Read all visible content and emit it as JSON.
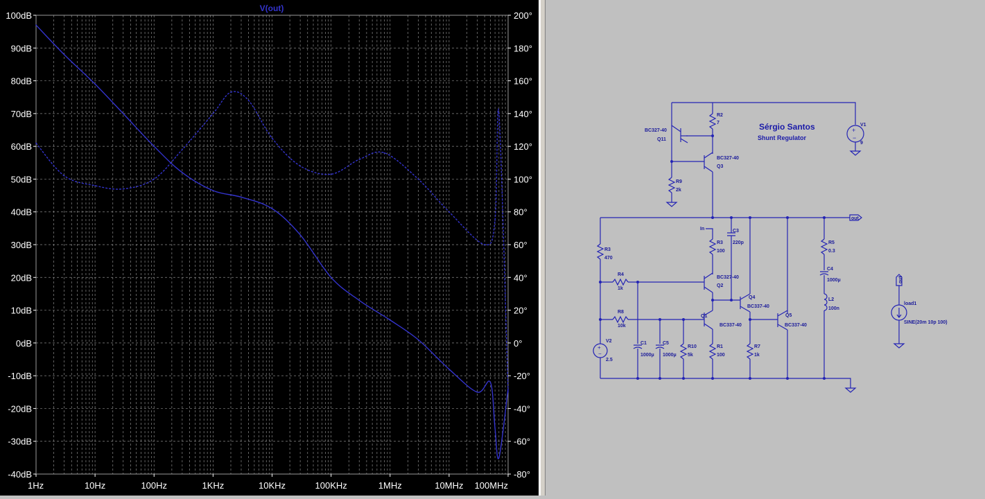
{
  "plot": {
    "trace_name": "V(out)",
    "trace_color": "#3333cc",
    "left_axis_ticks": [
      "100dB",
      "90dB",
      "80dB",
      "70dB",
      "60dB",
      "50dB",
      "40dB",
      "30dB",
      "20dB",
      "10dB",
      "0dB",
      "-10dB",
      "-20dB",
      "-30dB",
      "-40dB"
    ],
    "right_axis_ticks": [
      "200°",
      "180°",
      "160°",
      "140°",
      "120°",
      "100°",
      "80°",
      "60°",
      "40°",
      "20°",
      "0°",
      "-20°",
      "-40°",
      "-60°",
      "-80°"
    ],
    "x_axis_ticks": [
      "1Hz",
      "10Hz",
      "100Hz",
      "1KHz",
      "10KHz",
      "100KHz",
      "1MHz",
      "10MHz",
      "100MHz"
    ]
  },
  "chart_data": {
    "type": "line",
    "title": "V(out)",
    "x_scale": "log",
    "xlim": [
      "1Hz",
      "100MHz"
    ],
    "ylim_left": [
      -40,
      100
    ],
    "ylim_right": [
      -80,
      200
    ],
    "grid": true,
    "series": [
      {
        "name": "V(out)",
        "style": "solid",
        "axis": "left",
        "points": [
          {
            "x": "1Hz",
            "y": 97
          },
          {
            "x": "3Hz",
            "y": 88
          },
          {
            "x": "10Hz",
            "y": 79
          },
          {
            "x": "30Hz",
            "y": 70
          },
          {
            "x": "100Hz",
            "y": 60
          },
          {
            "x": "300Hz",
            "y": 52
          },
          {
            "x": "1KHz",
            "y": 46.5
          },
          {
            "x": "3KHz",
            "y": 44.5
          },
          {
            "x": "10KHz",
            "y": 41
          },
          {
            "x": "30KHz",
            "y": 33
          },
          {
            "x": "100KHz",
            "y": 20
          },
          {
            "x": "300KHz",
            "y": 13
          },
          {
            "x": "1MHz",
            "y": 7
          },
          {
            "x": "3MHz",
            "y": 1
          },
          {
            "x": "10MHz",
            "y": -8
          },
          {
            "x": "30MHz",
            "y": -15
          },
          {
            "x": "50MHz",
            "y": -12
          },
          {
            "x": "60MHz",
            "y": -26
          },
          {
            "x": "70MHz",
            "y": -35
          },
          {
            "x": "100MHz",
            "y": -14
          }
        ]
      },
      {
        "name": "phase",
        "style": "dashed",
        "axis": "right",
        "points": [
          {
            "x": "1Hz",
            "y": 122
          },
          {
            "x": "3Hz",
            "y": 102
          },
          {
            "x": "10Hz",
            "y": 96
          },
          {
            "x": "30Hz",
            "y": 94
          },
          {
            "x": "100Hz",
            "y": 100
          },
          {
            "x": "300Hz",
            "y": 118
          },
          {
            "x": "1KHz",
            "y": 140
          },
          {
            "x": "2KHz",
            "y": 153
          },
          {
            "x": "4KHz",
            "y": 148
          },
          {
            "x": "10KHz",
            "y": 125
          },
          {
            "x": "30KHz",
            "y": 108
          },
          {
            "x": "100KHz",
            "y": 103
          },
          {
            "x": "300KHz",
            "y": 112
          },
          {
            "x": "800KHz",
            "y": 116
          },
          {
            "x": "3MHz",
            "y": 100
          },
          {
            "x": "10MHz",
            "y": 80
          },
          {
            "x": "40MHz",
            "y": 60
          },
          {
            "x": "60MHz",
            "y": 75
          },
          {
            "x": "70MHz",
            "y": 140
          },
          {
            "x": "100MHz",
            "y": -30
          }
        ]
      }
    ]
  },
  "schematic": {
    "title": "Sérgio Santos",
    "subtitle": "Shunt Regulator",
    "labels": {
      "q11_model": "BC327-40",
      "q11_name": "Q11",
      "r2_name": "R2",
      "r2_value": "7",
      "q3_model": "BC327-40",
      "q3_name": "Q3",
      "r9_name": "R9",
      "r9_value": "2k",
      "v1_name": "V1",
      "v1_value": "9",
      "out_port": "out",
      "in_port": "In",
      "c3_name": "C3",
      "c3_value": "220p",
      "r3a_name": "R3",
      "r3a_value": "100",
      "r3b_name": "R3",
      "r3b_value": "470",
      "r4_name": "R4",
      "r4_value": "1k",
      "q2_model": "BC327-40",
      "q2_name": "Q2",
      "q4_name": "Q4",
      "q4_model": "BC337-40",
      "r8_name": "R8",
      "r8_value": "10k",
      "q1_name": "Q1",
      "q1_model": "BC337-40",
      "q5_name": "Q5",
      "q5_model": "BC337-40",
      "v2_name": "V2",
      "v2_value": "2.5",
      "c1_name": "C1",
      "c1_value": "1000µ",
      "c5_name": "C5",
      "c5_value": "1000µ",
      "r10_name": "R10",
      "r10_value": "5k",
      "r1_name": "R1",
      "r1_value": "100",
      "r7_name": "R7",
      "r7_value": "1k",
      "r5_name": "R5",
      "r5_value": "0.3",
      "c4_name": "C4",
      "c4_value": "1000µ",
      "l2_name": "L2",
      "l2_value": "100n",
      "load_port": "out",
      "load_name": "load1",
      "load_value": "SINE(20m 10p 100)"
    }
  }
}
